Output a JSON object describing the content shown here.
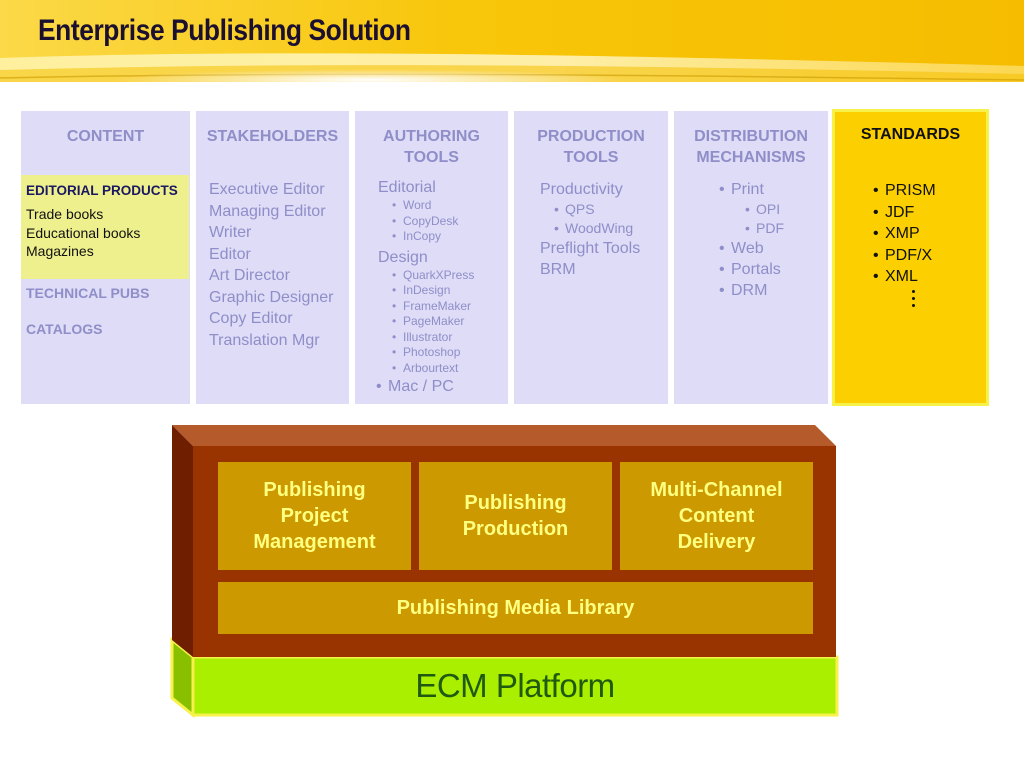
{
  "header": {
    "title": "Enterprise Publishing Solution"
  },
  "columns": {
    "content": {
      "heading": "CONTENT",
      "editorial": {
        "heading": "EDITORIAL PRODUCTS",
        "items": [
          "Trade books",
          "Educational books",
          "Magazines"
        ]
      },
      "links": [
        "TECHNICAL PUBS",
        "CATALOGS"
      ]
    },
    "stakeholders": {
      "heading": "STAKEHOLDERS",
      "items": [
        "Executive Editor",
        "Managing Editor",
        "Writer",
        "Editor",
        "Art Director",
        "Graphic Designer",
        "Copy Editor",
        "Translation Mgr"
      ]
    },
    "authoring": {
      "heading_line1": "AUTHORING",
      "heading_line2": "TOOLS",
      "editorial": {
        "label": "Editorial",
        "items": [
          "Word",
          "CopyDesk",
          "InCopy"
        ]
      },
      "design": {
        "label": "Design",
        "items": [
          "QuarkXPress",
          "InDesign",
          "FrameMaker",
          "PageMaker",
          "Illustrator",
          "Photoshop",
          "Arbourtext"
        ]
      },
      "platform": "Mac / PC"
    },
    "production": {
      "heading_line1": "PRODUCTION",
      "heading_line2": "TOOLS",
      "productivity": {
        "label": "Productivity",
        "items": [
          "QPS",
          "WoodWing"
        ]
      },
      "preflight": "Preflight Tools",
      "brm": "BRM"
    },
    "distribution": {
      "heading_line1": "DISTRIBUTION",
      "heading_line2": "MECHANISMS",
      "print": {
        "label": "Print",
        "items": [
          "OPI",
          "PDF"
        ]
      },
      "others": [
        "Web",
        "Portals",
        "DRM"
      ]
    },
    "standards": {
      "heading": "STANDARDS",
      "items": [
        "PRISM",
        "JDF",
        "XMP",
        "PDF/X",
        "XML"
      ]
    }
  },
  "platform_diagram": {
    "modules": [
      {
        "line1": "Publishing",
        "line2": "Project",
        "line3": "Management"
      },
      {
        "line1": "Publishing",
        "line2": "Production"
      },
      {
        "line1": "Multi-Channel",
        "line2": "Content",
        "line3": "Delivery"
      }
    ],
    "media_library": "Publishing Media Library",
    "platform": "ECM Platform"
  },
  "colors": {
    "banner": "#f8c60a",
    "panel": "#dedcf7",
    "panel_text": "#8f8ec8",
    "editorial_box": "#eef08e",
    "standards_panel": "#fccf00",
    "box_front": "#993300",
    "module": "#cc9900",
    "module_text": "#ffff80",
    "ecm_platform": "#aaee00",
    "ecm_text": "#1f5a10"
  }
}
